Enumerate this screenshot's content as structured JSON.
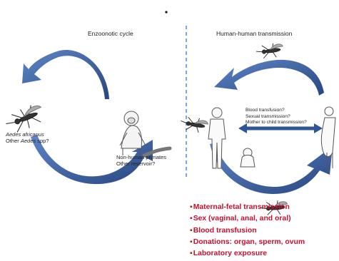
{
  "colors": {
    "arrow": "#2f5597",
    "divider": "#5b8fd6",
    "highlight": "#c8102e"
  },
  "marker": "•",
  "left_panel": {
    "title": "Enzoonotic cycle",
    "vector_label_line1_italic": "Aedes africanus",
    "vector_label_line2_prefix": "Other ",
    "vector_label_line2_italic": "Aedes",
    "vector_label_line2_suffix": " spp?",
    "host_label_line1": "Non-human primates",
    "host_label_line2": "Other reservoir?"
  },
  "right_panel": {
    "title": "Human-human transmission",
    "questions": [
      "Blood transfusion?",
      "Sexual transmission?",
      "Mother to child transmission?"
    ]
  },
  "routes": [
    "Maternal-fetal transmission",
    "Sex (vaginal, anal, and oral)",
    "Blood transfusion",
    "Donations: organ, sperm, ovum",
    "Laboratory exposure"
  ],
  "icons": [
    "mosquito-icon",
    "monkey-icon",
    "human-icon",
    "baby-icon",
    "pregnant-woman-icon"
  ]
}
